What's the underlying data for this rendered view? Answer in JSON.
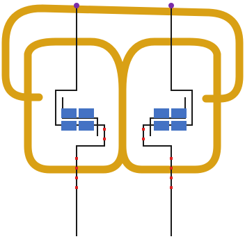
{
  "colors": {
    "background": "#ffffff",
    "track": "#D9A015",
    "wire": "#1a1a1a",
    "pad": "#4472C4",
    "marker": "#e02020",
    "terminal": "#7a2ca8"
  },
  "diagram": {
    "channels": [
      {
        "id": "left",
        "marker_count": 6
      },
      {
        "id": "right",
        "marker_count": 6
      }
    ]
  }
}
